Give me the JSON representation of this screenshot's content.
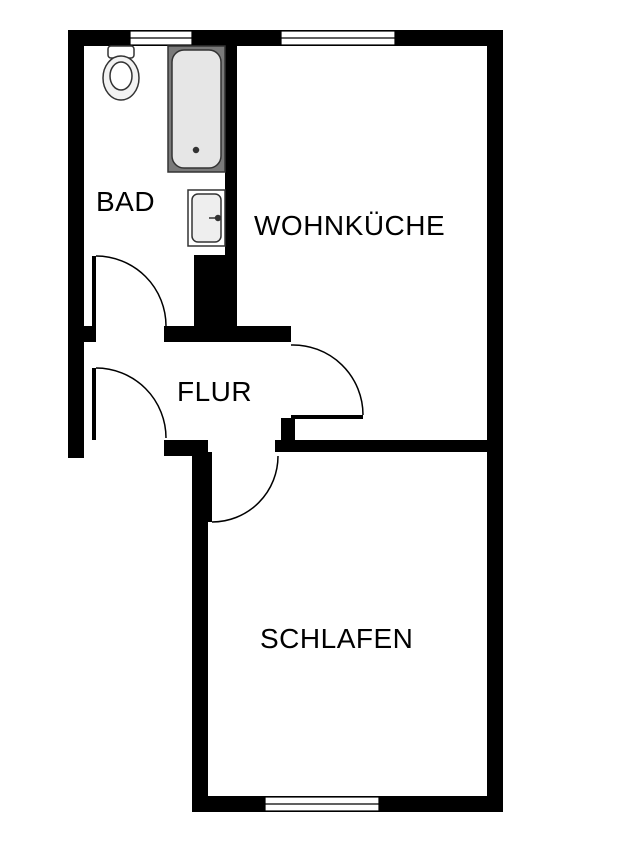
{
  "rooms": {
    "bad": "BAD",
    "wohnkueche": "WOHNKÜCHE",
    "flur": "FLUR",
    "schlafen": "SCHLAFEN"
  },
  "colors": {
    "wall": "#000000",
    "background": "#ffffff",
    "fixture_fill": "#e6e6e6",
    "fixture_stroke": "#333333"
  }
}
